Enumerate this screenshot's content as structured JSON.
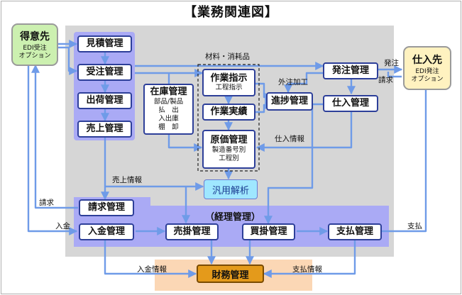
{
  "title": "【業務関連図】",
  "colors": {
    "arrow": "#6f9be8",
    "node_border": "#2d3f99",
    "panel_lavender": "#aaaaf5",
    "panel_gray": "#d6d6d6",
    "finance_fill": "#e49a1b"
  },
  "externals": {
    "customer": {
      "name": "得意先",
      "sub": "EDI受注\nオプション"
    },
    "supplier": {
      "name": "仕入先",
      "sub": "EDI発注\nオプション"
    }
  },
  "nodes": {
    "mitsumori": "見積管理",
    "juchu": "受注管理",
    "shukka": "出荷管理",
    "uriage": "売上管理",
    "zaiko": {
      "name": "在庫管理",
      "details": [
        "部品/製品",
        "払　出",
        "入出庫",
        "棚　卸"
      ]
    },
    "sagyo_shiji": {
      "name": "作業指示",
      "sub": "工程指示"
    },
    "sagyo_jisseki": "作業実績",
    "genka": {
      "name": "原価管理",
      "sub": "製造番号別\n工程別"
    },
    "shinchoku": "進捗管理",
    "hatchu": "発注管理",
    "shiire": "仕入管理",
    "hanyo": "汎用解析",
    "seikyu": "請求管理",
    "nyukin": "入金管理",
    "urikake": "売掛管理",
    "kaikake": "買掛管理",
    "shiharai": "支払管理",
    "zaimu": "財務管理"
  },
  "group_label": "（経理管理）",
  "labels": {
    "materials": "材料・消耗品",
    "hatchu_out": "発注",
    "seikyu_in": "請求",
    "gaichu": "外注加工",
    "shiire_info": "仕入情報",
    "uriage_info": "売上情報",
    "seikyu_out": "請求",
    "nyukin_in": "入金",
    "shiharai_out": "支払",
    "nyukin_info": "入金情報",
    "shiharai_info": "支払情報"
  }
}
